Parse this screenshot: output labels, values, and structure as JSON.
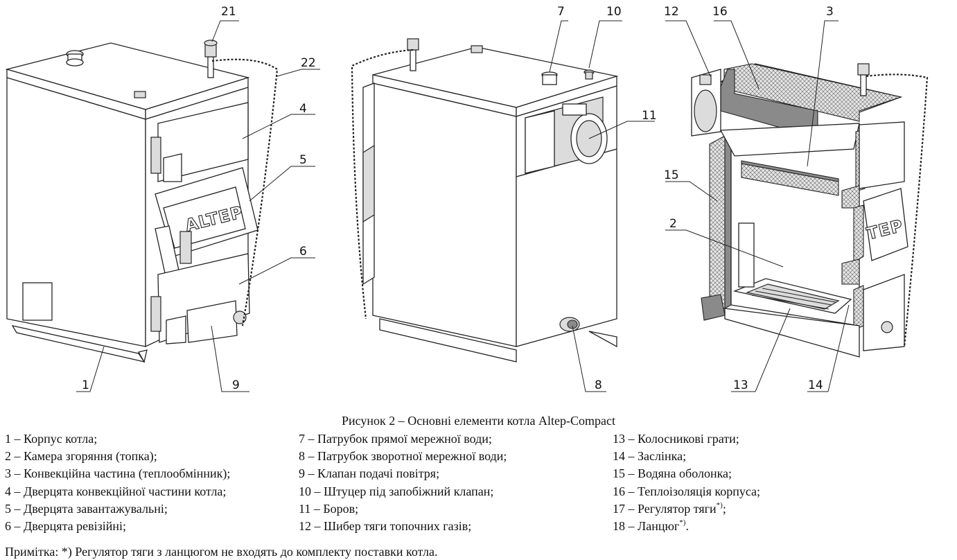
{
  "figure": {
    "callouts": [
      "21",
      "22",
      "4",
      "5",
      "6",
      "1",
      "9",
      "7",
      "10",
      "11",
      "8",
      "12",
      "16",
      "3",
      "15",
      "2",
      "13",
      "14"
    ],
    "logo_text": "ALTEP",
    "logo_text_cut": "TEP"
  },
  "caption": "Рисунок 2 – Основні елементи котла Altep-Compact",
  "legend": {
    "column1": [
      "1 – Корпус котла;",
      "2 – Камера згоряння (топка);",
      "3 – Конвекційна частина (теплообмінник);",
      "4 – Дверцята конвекційної частини котла;",
      "5 – Дверцята завантажувальні;",
      "6 – Дверцята ревізійні;"
    ],
    "column2": [
      "7 – Патрубок прямої мережної води;",
      "8 – Патрубок зворотної мережної води;",
      "9 – Клапан подачі повітря;",
      "10 – Штуцер під запобіжний клапан;",
      "11 – Боров;",
      "12 – Шибер тяги топочних газів;"
    ],
    "column3": [
      "13 – Колосникові грати;",
      "14 – Заслінка;",
      "15 – Водяна оболонка;",
      "16 – Теплоізоляція корпуса;"
    ],
    "item17": {
      "text": "17 – Регулятор тяги",
      "sup": "*)",
      "after": ";"
    },
    "item18": {
      "text": "18 – Ланцюг",
      "sup": "*)",
      "after": "."
    }
  },
  "note": "Примітка: *) Регулятор тяги з ланцюгом не входять до комплекту поставки котла."
}
